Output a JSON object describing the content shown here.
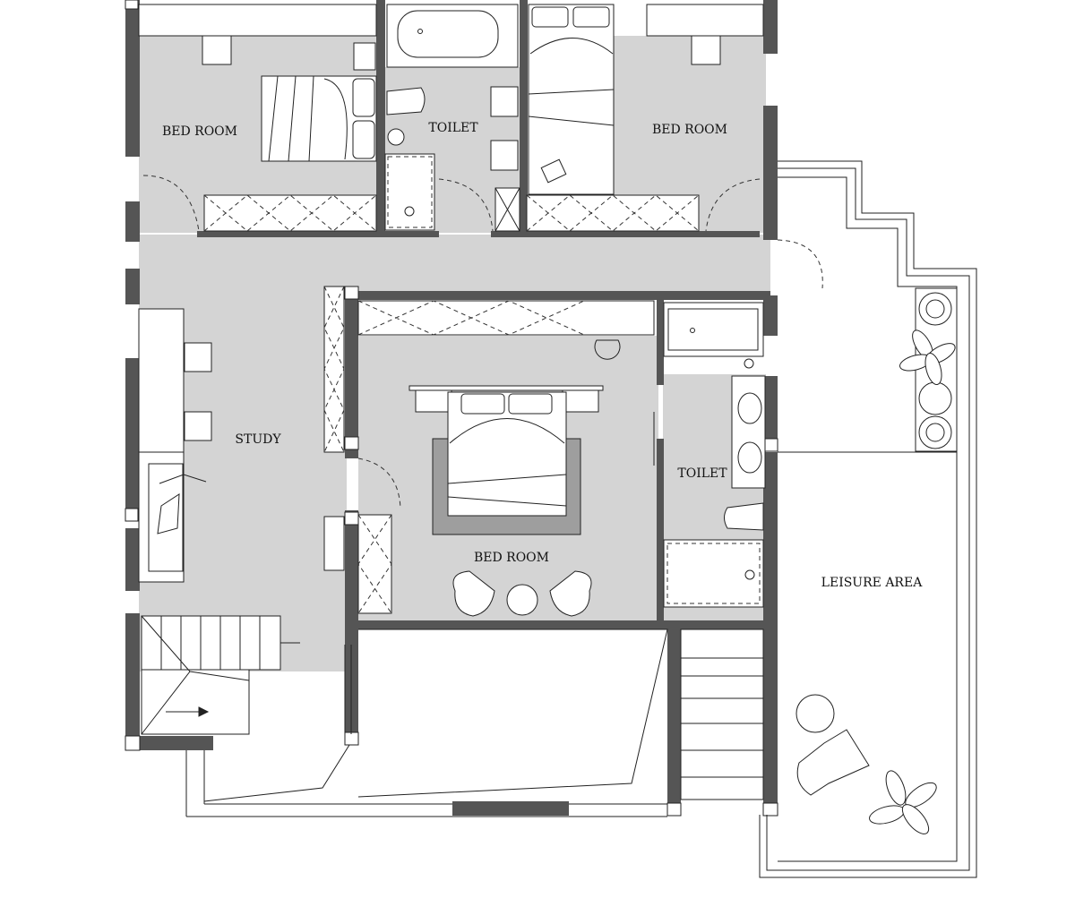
{
  "rooms": [
    {
      "key": "bedroom_nw",
      "label": "BED ROOM"
    },
    {
      "key": "toilet_n",
      "label": "TOILET"
    },
    {
      "key": "bedroom_ne",
      "label": "BED ROOM"
    },
    {
      "key": "study",
      "label": "STUDY"
    },
    {
      "key": "bedroom_master",
      "label": "BED ROOM"
    },
    {
      "key": "toilet_e",
      "label": "TOILET"
    },
    {
      "key": "leisure",
      "label": "LEISURE AREA"
    }
  ],
  "colors": {
    "wall": "#555555",
    "floor": "#d4d4d4",
    "line": "#222222",
    "rug": "#9e9e9e",
    "background": "#ffffff"
  },
  "icons": [
    "bed-icon",
    "bathtub-icon",
    "toilet-icon",
    "sink-icon",
    "shower-icon",
    "wardrobe-icon",
    "door-swing-icon",
    "chair-icon",
    "plant-icon",
    "staircase-icon",
    "speaker-icon"
  ]
}
